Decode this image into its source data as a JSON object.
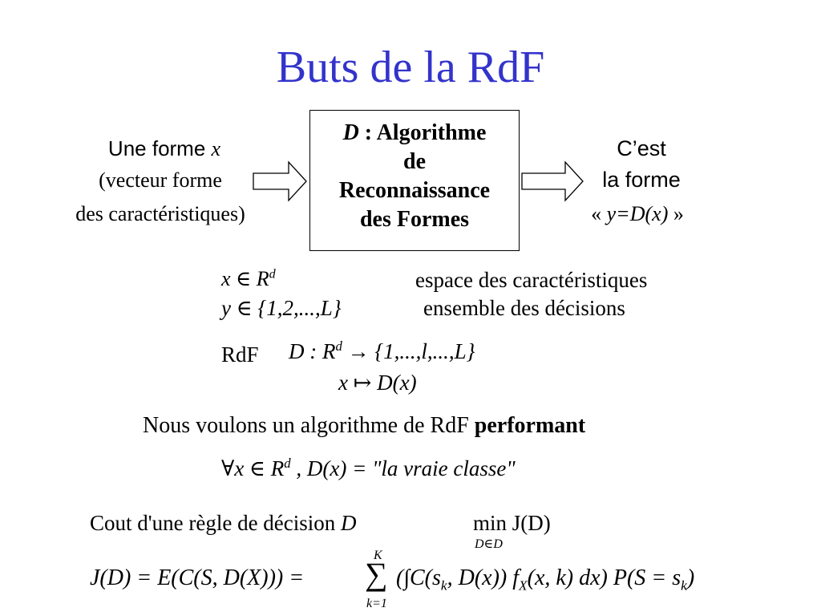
{
  "slide": {
    "title": "Buts de la RdF"
  },
  "input": {
    "line1_prefix": "Une forme ",
    "line1_var": "x",
    "line2": "(vecteur forme",
    "line3": "des caractéristiques)"
  },
  "box": {
    "line1_var": "D",
    "line1_rest": " : Algorithme",
    "line2": "de",
    "line3": "Reconnaissance",
    "line4": "des Formes"
  },
  "output": {
    "line1": "C’est",
    "line2": "la forme",
    "line3_open": "« ",
    "line3_expr": "y=D(x)",
    "line3_close": " »"
  },
  "defs": {
    "x_lhs": "x ∈ R",
    "x_sup": "d",
    "x_desc": "espace des caractéristiques",
    "y_lhs": "y ∈ {1,2,...,L}",
    "y_desc": "ensemble des décisions"
  },
  "mapping": {
    "label": "RdF",
    "line1": "D  : R",
    "line1_sup": "d",
    "line1_rest": " → {1,...,l,...,L}",
    "line2": "x  ↦  D(x)"
  },
  "goal": {
    "text": "Nous voulons un algorithme de RdF ",
    "bold": "performant"
  },
  "forall": {
    "lhs": "∀x ∈ R",
    "sup": "d",
    "rhs": " , D(x) =  \"la vraie classe\""
  },
  "cost": {
    "text": "Cout d'une règle de décision ",
    "var": "D",
    "min": "min J(D)",
    "min_sub": "D∈D"
  },
  "formula": {
    "lhs": "J(D) = E(C(S, D(X))) = ",
    "sum_top": "K",
    "sum_sym": "∑",
    "sum_bottom": "k=1",
    "rhs": "(∫C(s",
    "rhs_sub1": "k",
    "rhs_mid": ", D(x)) f",
    "rhs_sub2": "X",
    "rhs_end1": "(x, k) dx) P(S = s",
    "rhs_sub3": "k",
    "rhs_end2": ")"
  },
  "colors": {
    "title": "#3333cc",
    "text": "#000000"
  }
}
